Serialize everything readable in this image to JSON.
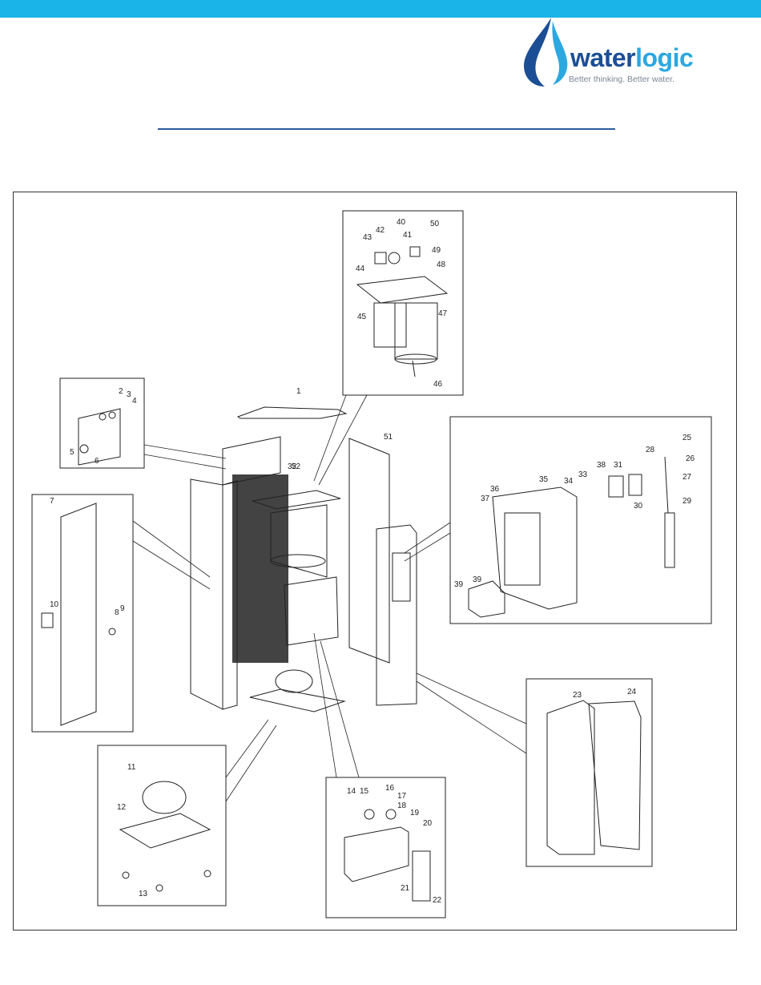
{
  "brand": {
    "name_part1": "water",
    "name_part2": "logic",
    "tagline": "Better thinking. Better water.",
    "colors": {
      "dark_blue": "#1c4e95",
      "light_blue": "#2ba8e0",
      "accent_bar": "#1bb4e8",
      "rule": "#2a5c9c"
    }
  },
  "diagram": {
    "part_numbers": {
      "p1": "1",
      "p2": "2",
      "p3": "3",
      "p4": "4",
      "p5": "5",
      "p6": "6",
      "p7": "7",
      "p8": "8",
      "p9": "9",
      "p10": "10",
      "p11": "11",
      "p12": "12",
      "p13": "13",
      "p14": "14",
      "p15": "15",
      "p16": "16",
      "p17": "17",
      "p18": "18",
      "p19": "19",
      "p20": "20",
      "p21": "21",
      "p22": "22",
      "p23": "23",
      "p24": "24",
      "p25": "25",
      "p26": "26",
      "p27": "27",
      "p28": "28",
      "p29": "29",
      "p30": "30",
      "p31": "31",
      "p32": "32",
      "p33": "33",
      "p34": "34",
      "p35": "35",
      "p36": "36",
      "p37": "37",
      "p38": "38",
      "p39": "39",
      "p40": "40",
      "p41": "41",
      "p42": "42",
      "p43": "43",
      "p44": "44",
      "p45": "45",
      "p46": "46",
      "p47": "47",
      "p48": "48",
      "p49": "49",
      "p50": "50",
      "p51": "51",
      "p52": "52"
    }
  }
}
